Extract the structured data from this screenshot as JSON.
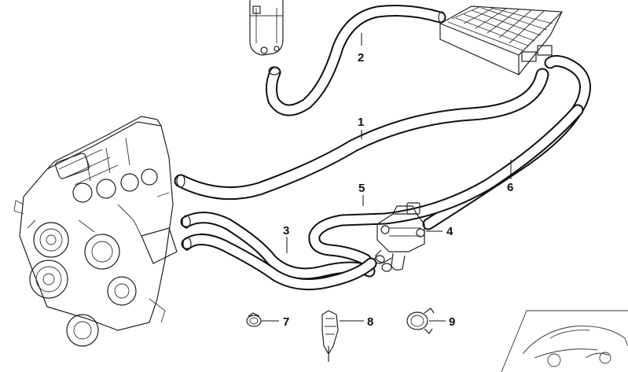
{
  "callouts": [
    {
      "id": "c1",
      "label": "1",
      "part": "heater hose"
    },
    {
      "id": "c2",
      "label": "2",
      "part": "expansion tank hose"
    },
    {
      "id": "c3",
      "label": "3",
      "part": "feed pipe"
    },
    {
      "id": "c4",
      "label": "4",
      "part": "water valve"
    },
    {
      "id": "c5",
      "label": "5",
      "part": "return pipe"
    },
    {
      "id": "c6",
      "label": "6",
      "part": "heater core hose"
    },
    {
      "id": "c7",
      "label": "7",
      "part": "hose clamp"
    },
    {
      "id": "c8",
      "label": "8",
      "part": "clip"
    },
    {
      "id": "c9",
      "label": "9",
      "part": "spring band clamp"
    }
  ],
  "colors": {
    "line": "#111111",
    "background": "#ffffff"
  }
}
